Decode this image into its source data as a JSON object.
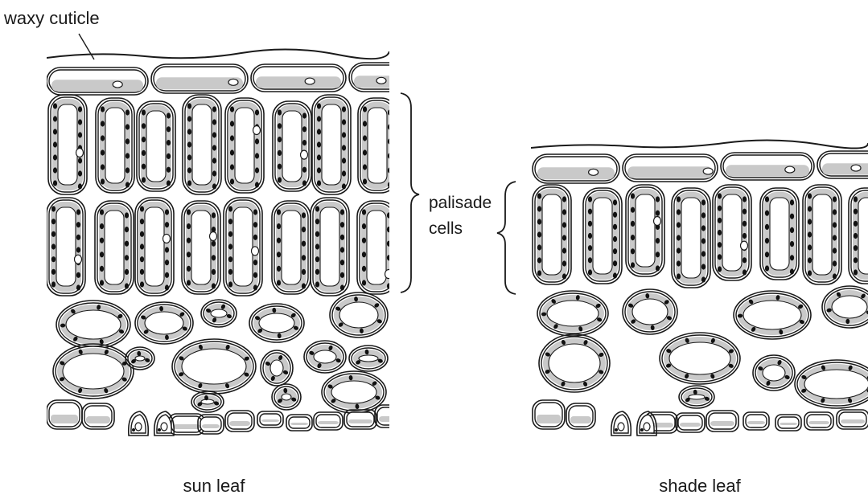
{
  "labels": {
    "waxy_cuticle": "waxy cuticle",
    "palisade_line1": "palisade",
    "palisade_line2": "cells",
    "sun_leaf": "sun leaf",
    "shade_leaf": "shade leaf"
  }
}
